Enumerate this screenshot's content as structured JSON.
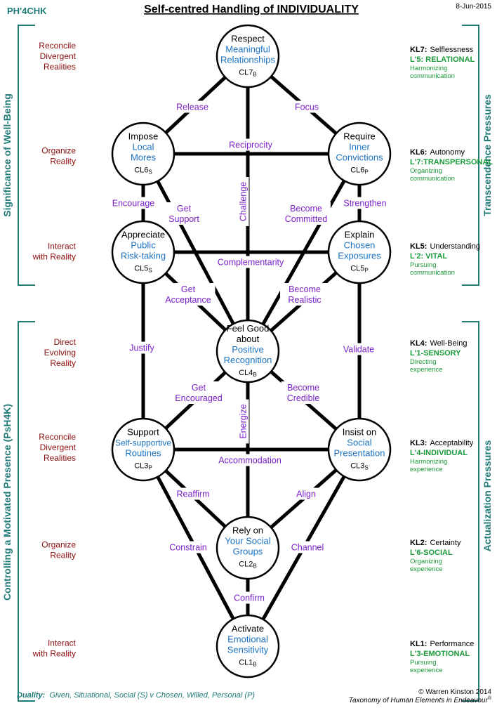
{
  "header": {
    "code": "PH'4CHK",
    "title": "Self-centred Handling of INDIVIDUALITY",
    "date": "8-Jun-2015"
  },
  "left": {
    "upper_label": "Significance  of  Well-Being",
    "lower_label": "Controlling  a Motivated  Presence  (PsH4K)",
    "rows": [
      [
        "Reconcile",
        "Divergent",
        "Realities"
      ],
      [
        "Organize",
        "Reality"
      ],
      [
        "Interact",
        "with Reality"
      ],
      [
        "Direct",
        "Evolving",
        "Reality"
      ],
      [
        "Reconcile",
        "Divergent",
        "Realities"
      ],
      [
        "Organize",
        "Reality"
      ],
      [
        "Interact",
        "with Reality"
      ]
    ]
  },
  "right": {
    "upper_label": "Transcendence  Pressures",
    "lower_label": "Actualization  Pressures",
    "levels": [
      {
        "kl": "KL7:",
        "kl_text": "Selflessness",
        "l": "L'5: RELATIONAL",
        "sub": [
          "Harmonizing",
          "communication"
        ]
      },
      {
        "kl": "KL6:",
        "kl_text": "Autonomy",
        "l": "L'7:TRANSPERSONAL",
        "sub": [
          "Organizing",
          "communication"
        ]
      },
      {
        "kl": "KL5:",
        "kl_text": "Understanding",
        "l": "L'2: VITAL",
        "sub": [
          "Pursuing",
          "communication"
        ]
      },
      {
        "kl": "KL4:",
        "kl_text": "Well-Being",
        "l": "L'1-SENSORY",
        "sub": [
          "Directing",
          "experience"
        ]
      },
      {
        "kl": "KL3:",
        "kl_text": "Acceptability",
        "l": "L'4-INDIVIDUAL",
        "sub": [
          "Harmonizing",
          "experience"
        ]
      },
      {
        "kl": "KL2:",
        "kl_text": "Certainty",
        "l": "L'6-SOCIAL",
        "sub": [
          "Organizing",
          "experience"
        ]
      },
      {
        "kl": "KL1:",
        "kl_text": "Performance",
        "l": "L'3-EMOTIONAL",
        "sub": [
          "Pursuing",
          "experience"
        ]
      }
    ]
  },
  "nodes": [
    {
      "id": "CL7B",
      "lines": [
        [
          "Respect",
          "black"
        ],
        [
          "Meaningful",
          "blue"
        ],
        [
          "Relationships",
          "blue"
        ]
      ],
      "code": "CL7",
      "sub": "B"
    },
    {
      "id": "CL6S",
      "lines": [
        [
          "Impose",
          "black"
        ],
        [
          "Local",
          "blue"
        ],
        [
          "Mores",
          "blue"
        ]
      ],
      "code": "CL6",
      "sub": "S"
    },
    {
      "id": "CL6P",
      "lines": [
        [
          "Require",
          "black"
        ],
        [
          "Inner",
          "blue"
        ],
        [
          "Convictions",
          "blue"
        ]
      ],
      "code": "CL6",
      "sub": "P"
    },
    {
      "id": "CL5S",
      "lines": [
        [
          "Appreciate",
          "black"
        ],
        [
          "Public",
          "blue"
        ],
        [
          "Risk-taking",
          "blue"
        ]
      ],
      "code": "CL5",
      "sub": "S"
    },
    {
      "id": "CL5P",
      "lines": [
        [
          "Explain",
          "black"
        ],
        [
          "Chosen",
          "blue"
        ],
        [
          "Exposures",
          "blue"
        ]
      ],
      "code": "CL5",
      "sub": "P"
    },
    {
      "id": "CL4B",
      "lines": [
        [
          "Feel Good",
          "black"
        ],
        [
          "about",
          "black"
        ],
        [
          "Positive",
          "blue"
        ],
        [
          "Recognition",
          "blue"
        ]
      ],
      "code": "CL4",
      "sub": "B"
    },
    {
      "id": "CL3P",
      "lines": [
        [
          "Support",
          "black"
        ],
        [
          "Self-supportive",
          "blue"
        ],
        [
          "Routines",
          "blue"
        ]
      ],
      "code": "CL3",
      "sub": "P"
    },
    {
      "id": "CL3S",
      "lines": [
        [
          "Insist on",
          "black"
        ],
        [
          "Social",
          "blue"
        ],
        [
          "Presentation",
          "blue"
        ]
      ],
      "code": "CL3",
      "sub": "S"
    },
    {
      "id": "CL2B",
      "lines": [
        [
          "Rely on",
          "black"
        ],
        [
          "Your Social",
          "blue"
        ],
        [
          "Groups",
          "blue"
        ]
      ],
      "code": "CL2",
      "sub": "B"
    },
    {
      "id": "CL1B",
      "lines": [
        [
          "Activate",
          "black"
        ],
        [
          "Emotional",
          "blue"
        ],
        [
          "Sensitivity",
          "blue"
        ]
      ],
      "code": "CL1",
      "sub": "B"
    }
  ],
  "edges": [
    [
      "Release"
    ],
    [
      "Focus"
    ],
    [
      "Reciprocity"
    ],
    [
      "Challenge"
    ],
    [
      "Encourage"
    ],
    [
      "Get",
      "Support"
    ],
    [
      "Become",
      "Committed"
    ],
    [
      "Strengthen"
    ],
    [
      "Complementarity"
    ],
    [
      "Get",
      "Acceptance"
    ],
    [
      "Become",
      "Realistic"
    ],
    [
      "Justify"
    ],
    [
      "Validate"
    ],
    [
      "Get",
      "Encouraged"
    ],
    [
      "Become",
      "Credible"
    ],
    [
      "Energize"
    ],
    [
      "Accommodation"
    ],
    [
      "Reaffirm"
    ],
    [
      "Align"
    ],
    [
      "Constrain"
    ],
    [
      "Channel"
    ],
    [
      "Confirm"
    ]
  ],
  "footer": {
    "duality_label": "Duality:",
    "duality_text": "Given, Situational, Social (S)  v  Chosen, Willed, Personal (P)",
    "copyright": "© Warren Kinston 2014",
    "taxonomy": "Taxonomy of Human Elements in Endeavour",
    "taxonomy_mark": "®"
  },
  "colors": {
    "teal": "#1f7a78",
    "maroon": "#8b0e0e",
    "purple": "#7a1fc8",
    "blue": "#1a72c2",
    "green": "#1a9a3a"
  }
}
